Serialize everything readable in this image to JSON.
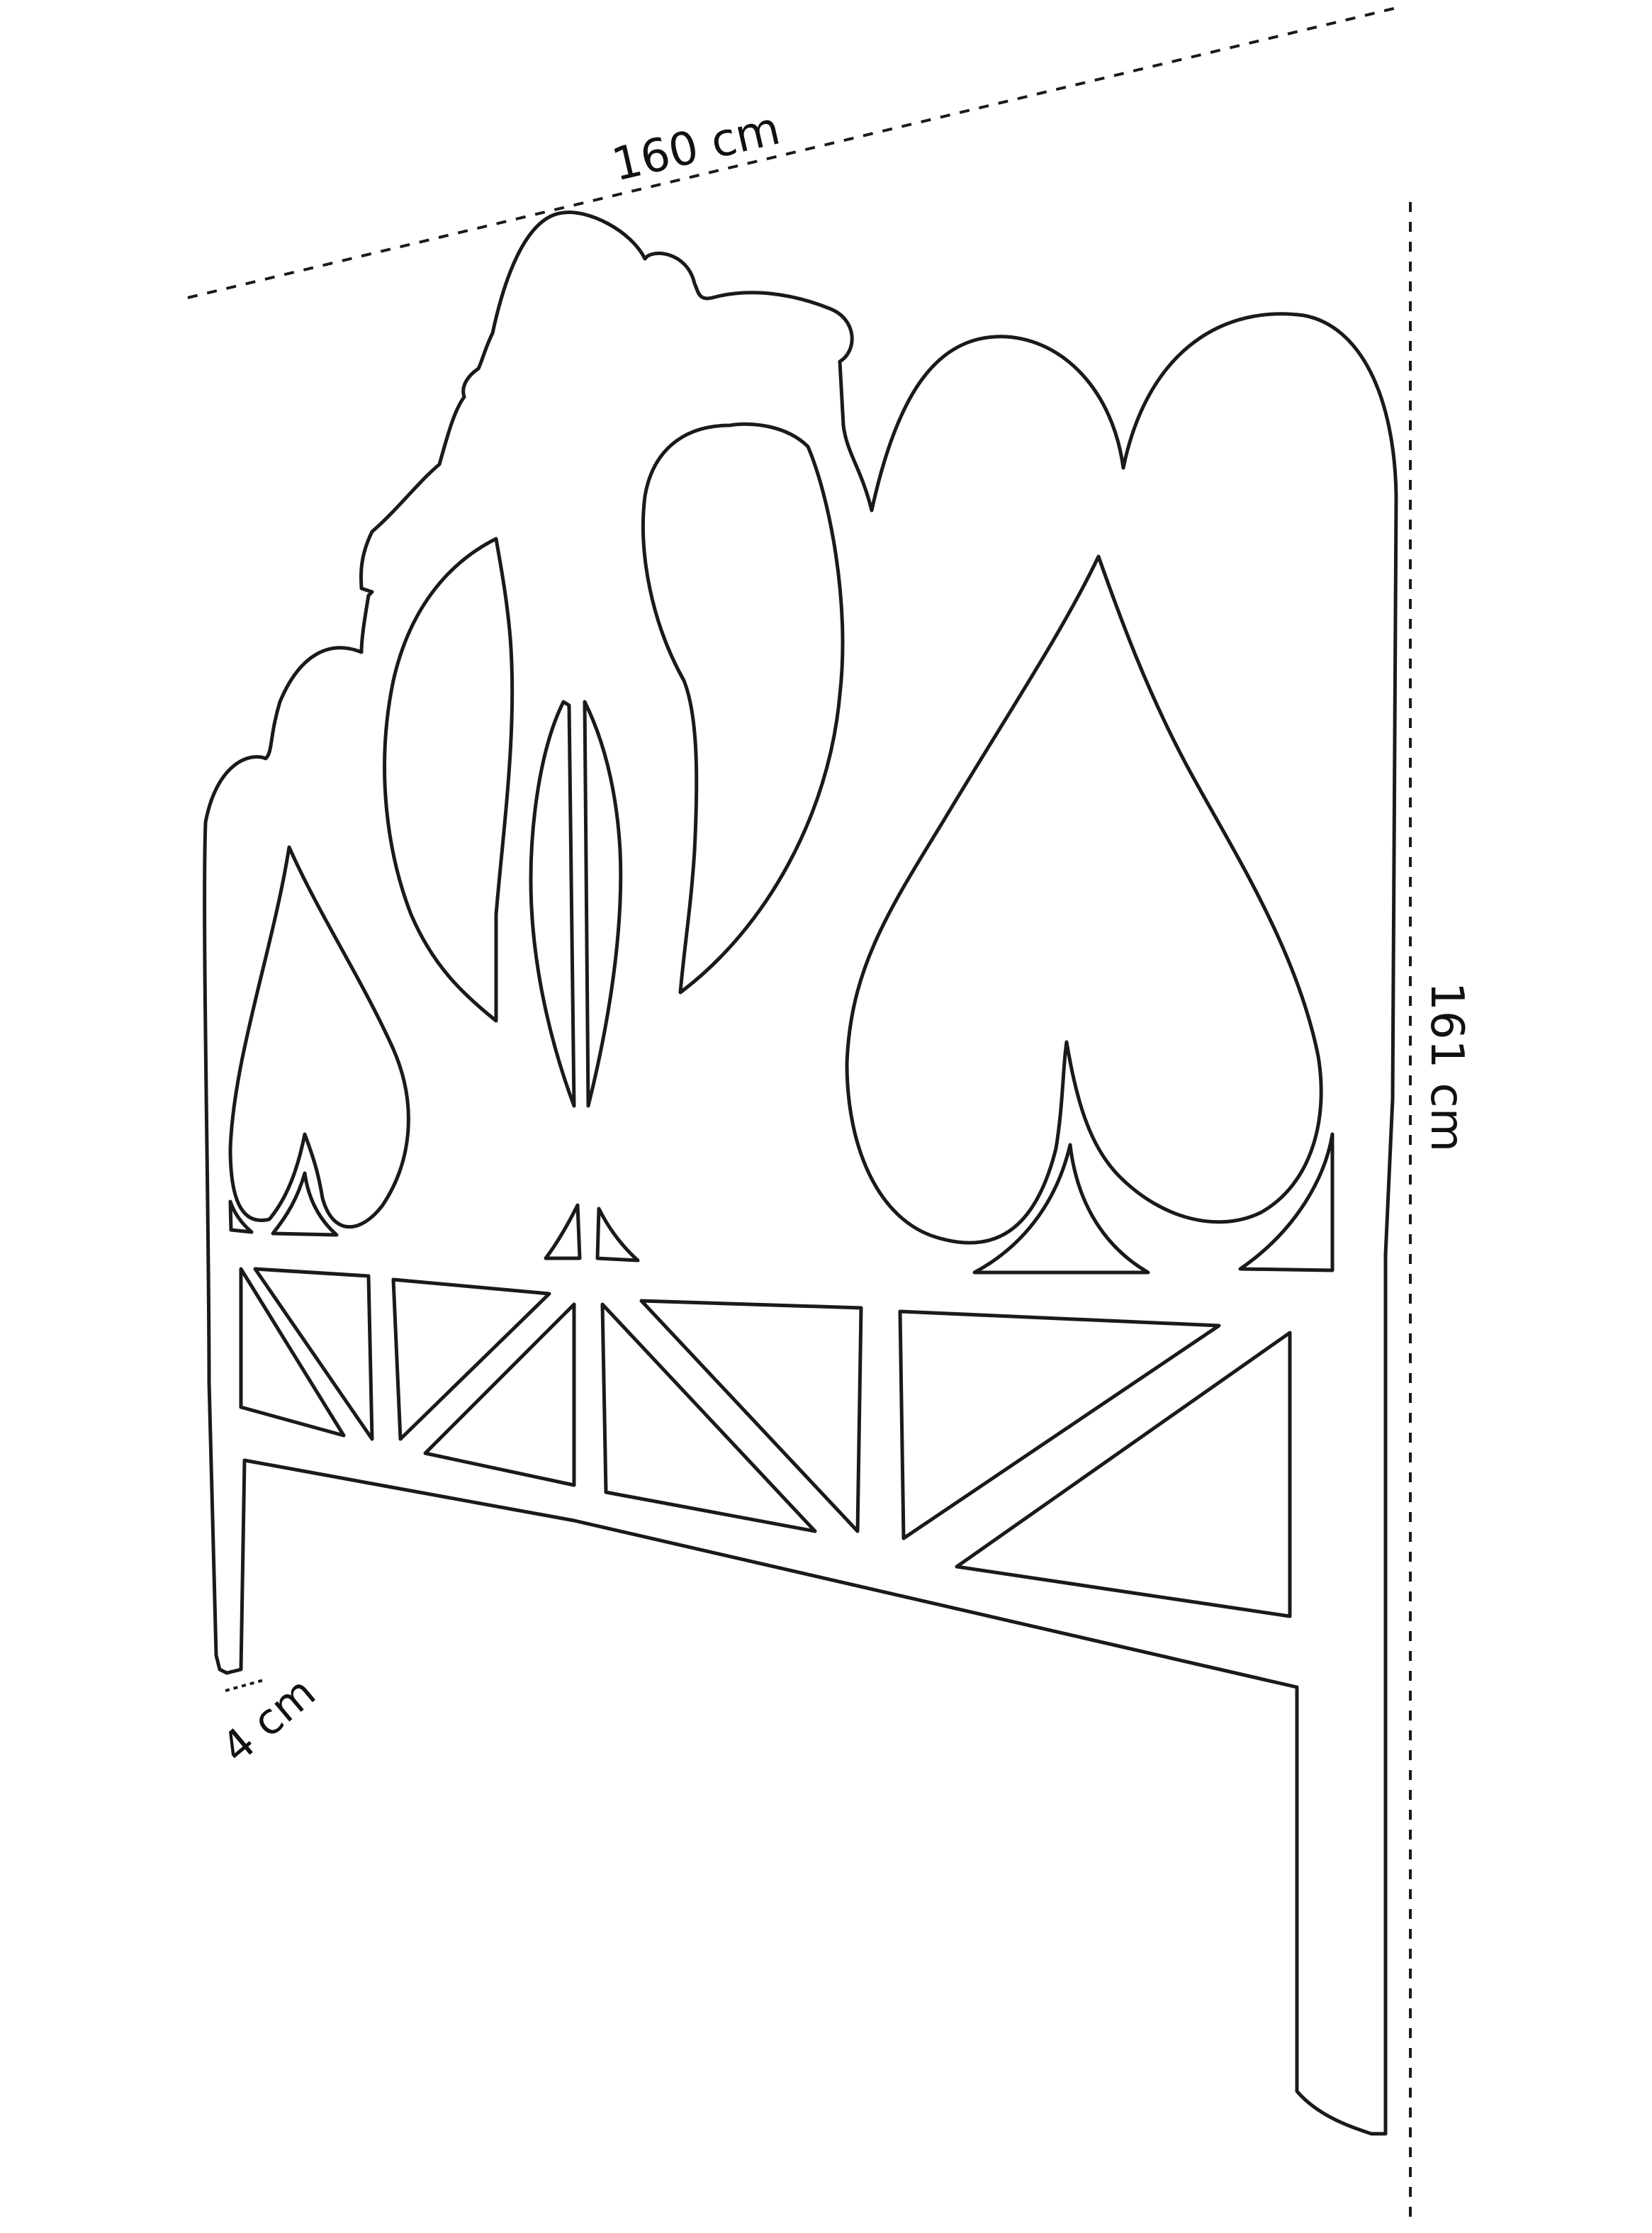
{
  "dimensions": {
    "width": "160 cm",
    "height": "161 cm",
    "thickness": "4 cm"
  },
  "colors": {
    "line": "#1a1a1a",
    "background": "#ffffff"
  }
}
